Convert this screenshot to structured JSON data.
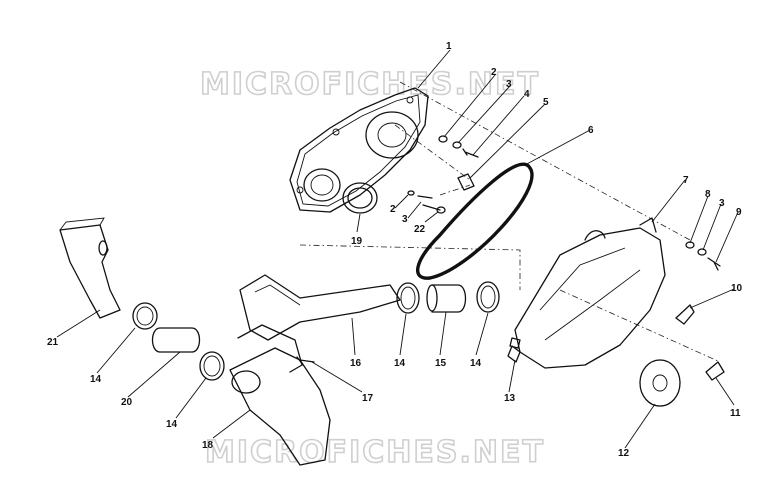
{
  "watermarks": {
    "top": "MICROFICHES.NET",
    "bottom": "MICROFICHES.NET"
  },
  "callouts": {
    "c1": "1",
    "c2a": "2",
    "c3a": "3",
    "c4": "4",
    "c5": "5",
    "c6": "6",
    "c7": "7",
    "c8": "8",
    "c3b": "3",
    "c9": "9",
    "c10": "10",
    "c11": "11",
    "c12": "12",
    "c13": "13",
    "c14a": "14",
    "c15": "15",
    "c14b": "14",
    "c16": "16",
    "c17": "17",
    "c18": "18",
    "c14c": "14",
    "c20": "20",
    "c21": "21",
    "c19": "19",
    "c2b": "2",
    "c3c": "3",
    "c22": "22"
  }
}
